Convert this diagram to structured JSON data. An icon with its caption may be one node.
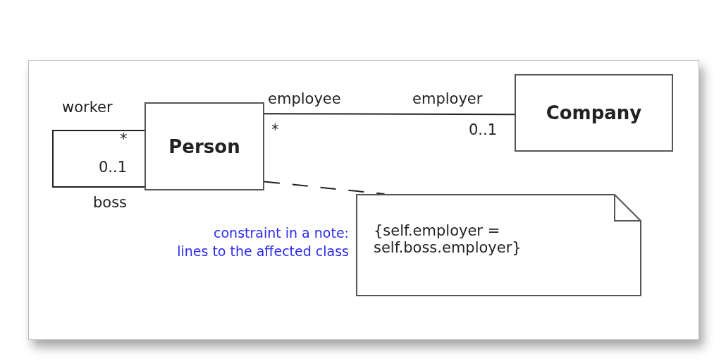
{
  "diagram": {
    "nodes": [
      {
        "text": [
          "Person"
        ]
      },
      {
        "text": [
          "Company"
        ]
      },
      {
        "text": [
          "{self.employer = self.boss.employer}"
        ]
      }
    ],
    "edges": [
      {
        "from": 0,
        "to": 0,
        "arrow": "none"
      },
      {
        "from": 0,
        "to": 1,
        "arrow": "none"
      },
      {
        "from": 0,
        "to": 2,
        "arrow": "none",
        "style": "dashed"
      }
    ],
    "labels": [
      "worker",
      "*",
      "0..1",
      "boss",
      "employee",
      "employer",
      "*",
      "0..1",
      "constraint in a note: lines to the affected class"
    ]
  }
}
